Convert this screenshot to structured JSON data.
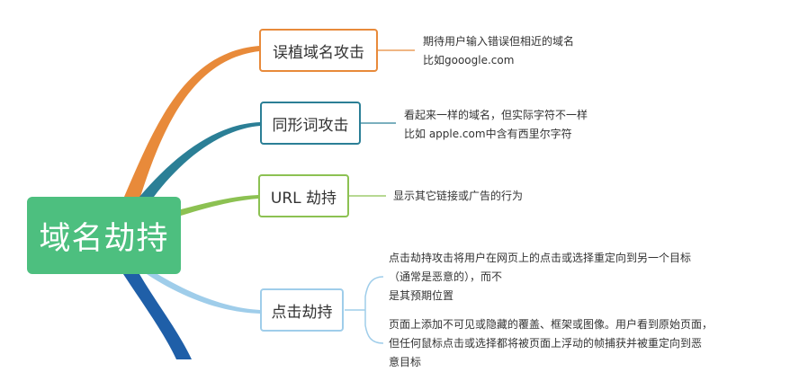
{
  "root": {
    "label": "域名劫持"
  },
  "branches": [
    {
      "label": "误植域名攻击",
      "color": "#e88a3a",
      "notes": [
        {
          "lines": [
            "期待用户输入错误但相近的域名",
            "比如gooogle.com"
          ]
        }
      ]
    },
    {
      "label": "同形词攻击",
      "color": "#2b7f96",
      "notes": [
        {
          "lines": [
            "看起来一样的域名，但实际字符不一样",
            "比如 apple.com中含有西里尔字符"
          ]
        }
      ]
    },
    {
      "label": "URL 劫持",
      "color": "#8cc152",
      "notes": [
        {
          "lines": [
            "显示其它链接或广告的行为"
          ]
        }
      ]
    },
    {
      "label": "点击劫持",
      "color": "#9fcdea",
      "notes": [
        {
          "lines": [
            "点击劫持攻击将用户在网页上的点击或选择重定向到另一个目标",
            "（通常是恶意的），而不",
            "是其预期位置"
          ]
        },
        {
          "lines": [
            "页面上添加不可见或隐藏的覆盖、框架或图像。用户看到原始页面，",
            "但任何鼠标点击或选择都将被页面上浮动的帧捕获并被重定向到恶",
            "意目标"
          ]
        }
      ]
    }
  ],
  "colors": {
    "root_fill": "#4dbf7f",
    "hidden_branch": "#1f5fa8"
  }
}
